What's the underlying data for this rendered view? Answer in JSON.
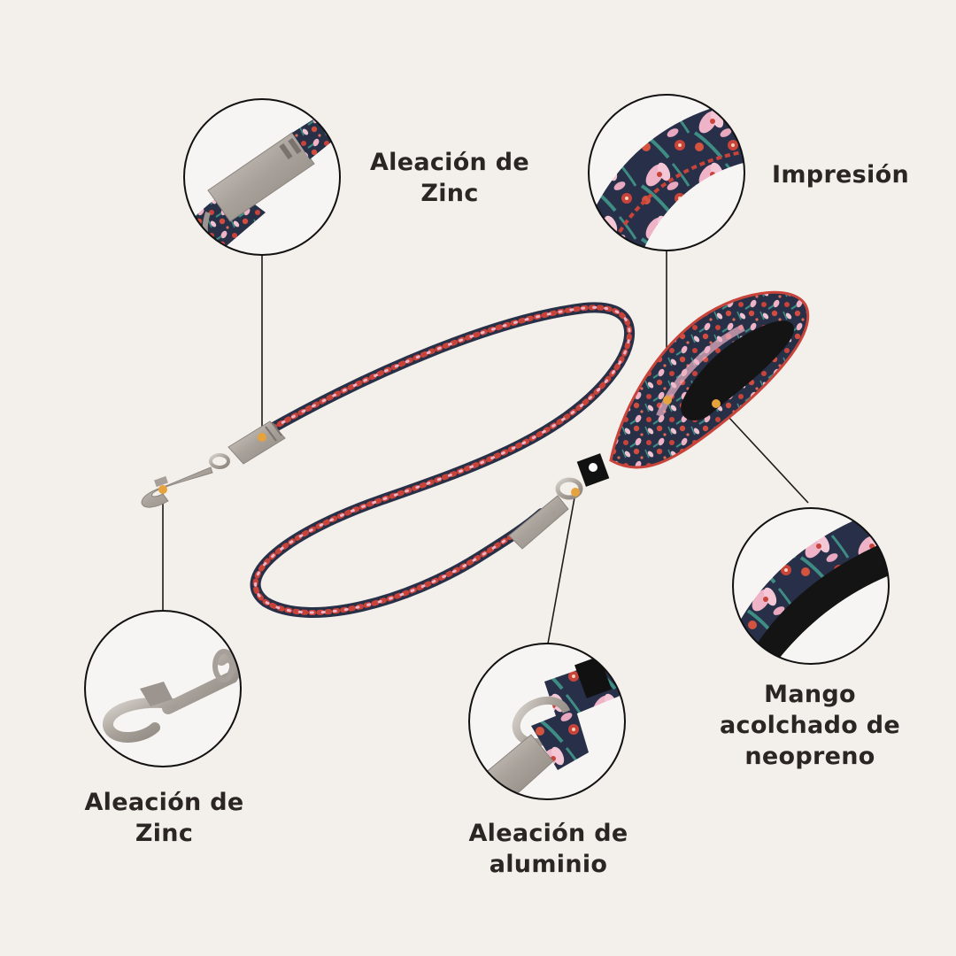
{
  "colors": {
    "background": "#f3efea",
    "text": "#2b2524",
    "marker": "#e6a23c",
    "fabric_navy": "#273047",
    "fabric_red": "#c8433a",
    "fabric_pink": "#efb3c8",
    "fabric_teal": "#3e8d84",
    "metal": "#b5aea7",
    "neoprene": "#141414"
  },
  "callouts": [
    {
      "id": "zinc_top",
      "label": "Aleación de\nZinc",
      "detail": "rope-connector-closeup"
    },
    {
      "id": "impresion",
      "label": "Impresión",
      "detail": "floral-print-closeup"
    },
    {
      "id": "mango",
      "label": "Mango\nacolchado de\nneopreno",
      "detail": "padded-handle-closeup"
    },
    {
      "id": "zinc_bottom",
      "label": "Aleación de\nZinc",
      "detail": "snap-hook-closeup"
    },
    {
      "id": "aluminio",
      "label": "Aleación de\naluminio",
      "detail": "d-ring-closeup"
    }
  ]
}
